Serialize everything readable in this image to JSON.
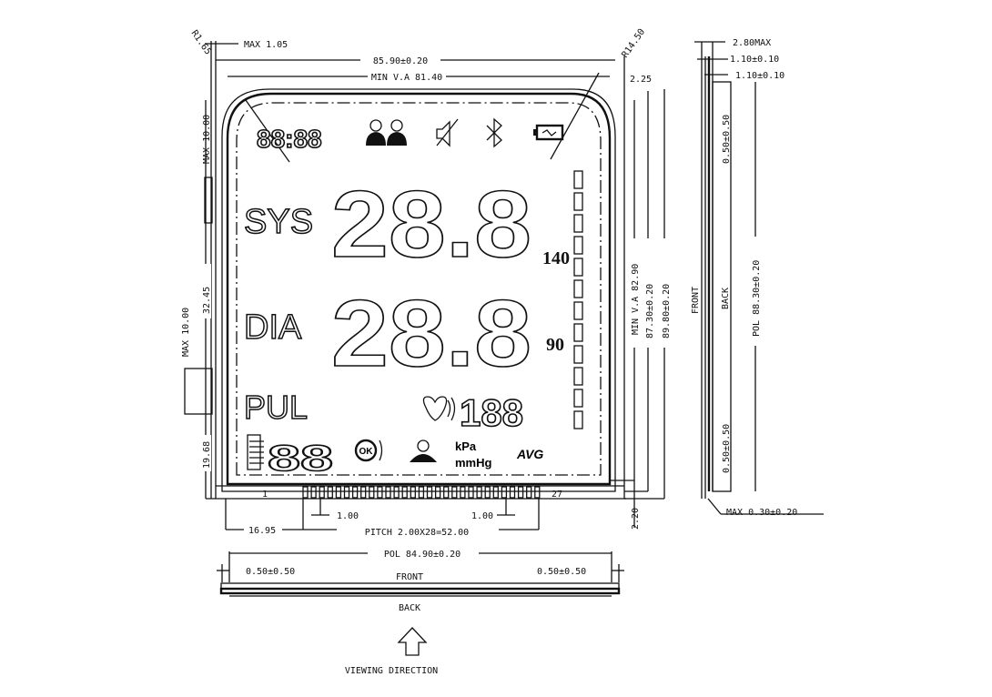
{
  "top_dims": {
    "max_thickness": "MAX 1.05",
    "corner_radius_left": "R1.65",
    "corner_radius_right": "R14.50",
    "outline_width": "85.90±0.20",
    "view_area_width": "MIN V.A 81.40",
    "offset_right": "2.25"
  },
  "side_dims": {
    "total_thickness": "2.80MAX",
    "glass_top": "1.10±0.10",
    "glass_bottom": "1.10±0.10",
    "pol_margin_top": "0.50±0.50",
    "pol_margin_bottom": "0.50±0.50",
    "pol_height": "POL 88.30±0.20",
    "front_label": "FRONT",
    "back_label": "BACK",
    "pol_thickness": "MAX 0.30±0.20"
  },
  "left_dims": {
    "tab_top": "MAX 10.00",
    "tab_gap": "32.45",
    "tab_bottom": "MAX 10.00",
    "bottom_offset": "19.68"
  },
  "right_dims": {
    "view_area_height": "MIN V.A 82.90",
    "inner_height": "87.30±0.20",
    "outline_height": "89.80±0.20",
    "bottom_offset": "2.20"
  },
  "pin_dims": {
    "pin_first": "1",
    "pin_last": "27",
    "pin_width_left": "1.00",
    "pin_width_right": "1.00",
    "left_offset": "16.95",
    "pitch": "PITCH 2.00X28=52.00"
  },
  "bottom_view": {
    "pol_width": "POL 84.90±0.20",
    "margin_left": "0.50±0.50",
    "margin_right": "0.50±0.50",
    "front_label": "FRONT",
    "back_label": "BACK",
    "viewing_direction": "VIEWING DIRECTION"
  },
  "lcd": {
    "clock": "88:88",
    "sys_label": "SYS",
    "dia_label": "DIA",
    "pul_label": "PUL",
    "sys_digits": "28.8",
    "dia_digits": "28.8",
    "pulse_digits": "188",
    "memory_digits": "88",
    "scale_high": "140",
    "scale_low": "90",
    "ok_label": "OK",
    "unit_kpa": "kPa",
    "unit_mmhg": "mmHg",
    "avg_label": "AVG",
    "icons": [
      "user-1-icon",
      "user-2-icon",
      "mute-icon",
      "bluetooth-icon",
      "battery-icon",
      "heart-icon",
      "memory-icon",
      "ok-icon",
      "cuff-icon"
    ],
    "bar_segments": 12
  }
}
